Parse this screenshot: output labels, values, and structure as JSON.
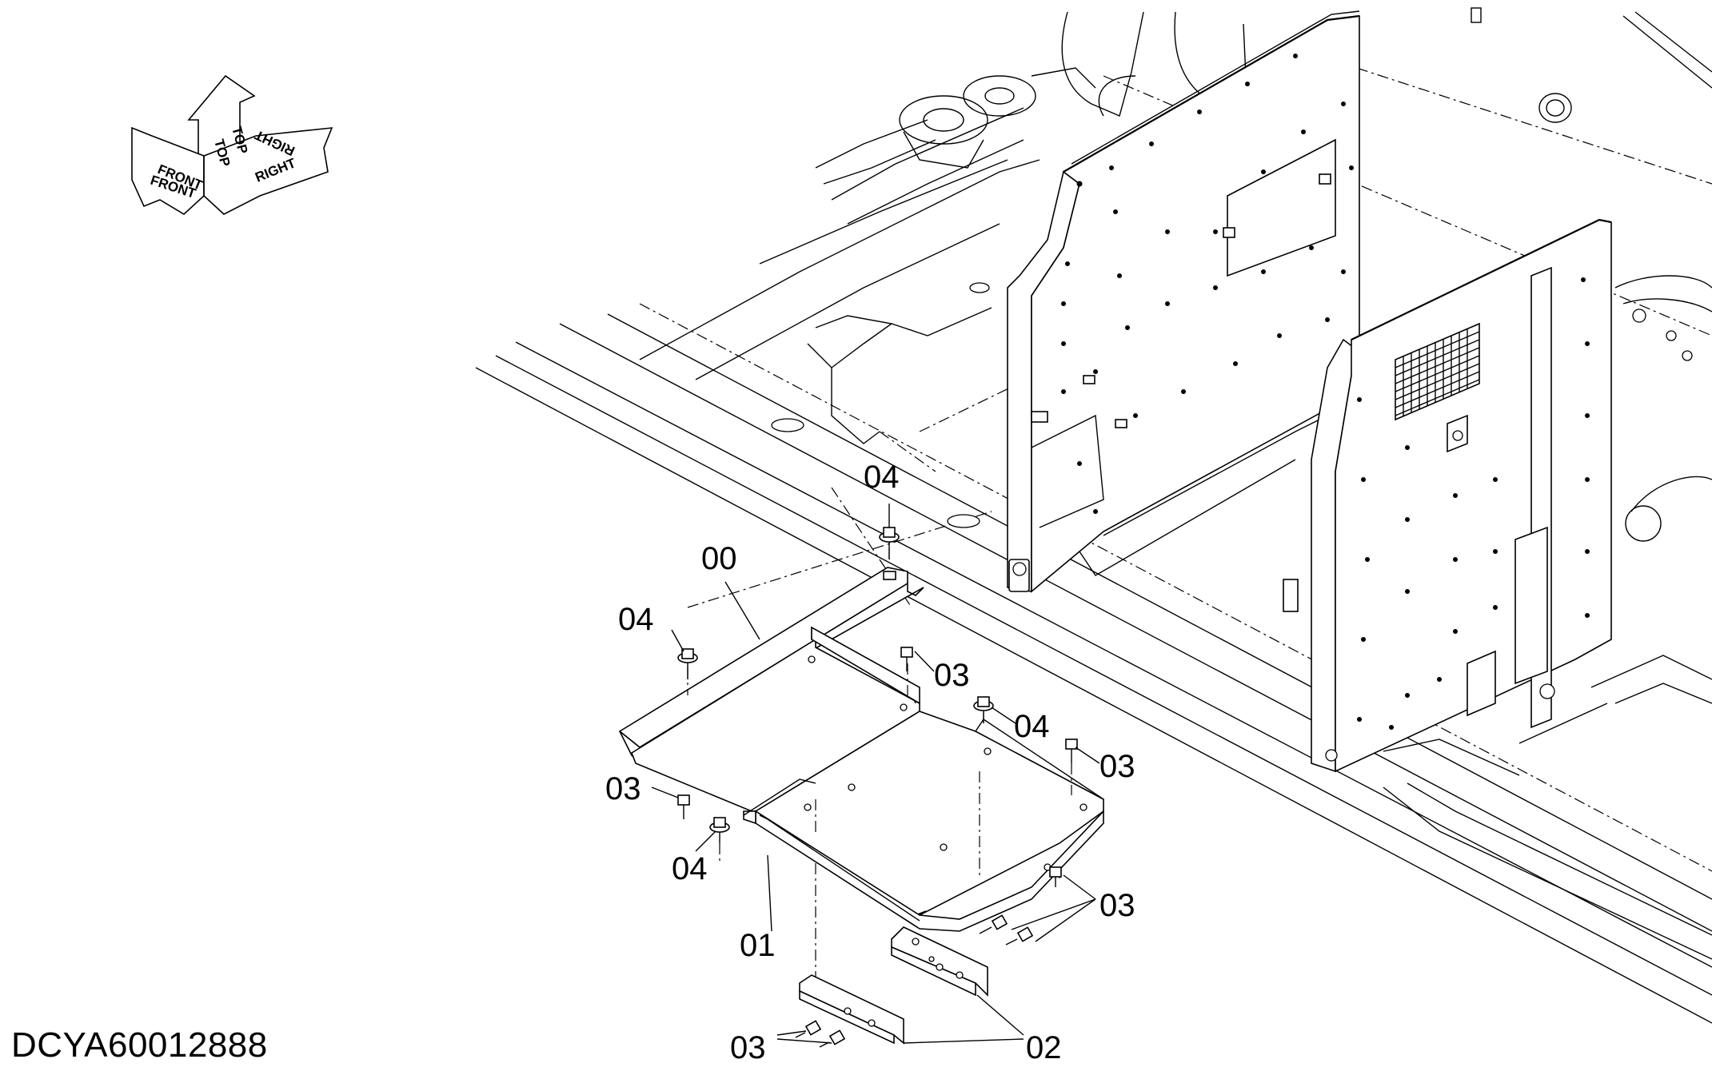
{
  "document_id": "DCYA60012888",
  "orientation_indicator": {
    "labels": [
      "FRONT",
      "TOP",
      "TOP",
      "RIGHT",
      "FRONT",
      "RIGHT"
    ]
  },
  "callouts": {
    "c04_top": "04",
    "c00": "00",
    "c04_left": "04",
    "c03_upper": "03",
    "c04_mid": "04",
    "c03_right": "03",
    "c03_left": "03",
    "c04_low": "04",
    "c03_low_right": "03",
    "c01": "01",
    "c03_bottom": "03",
    "c02": "02"
  }
}
